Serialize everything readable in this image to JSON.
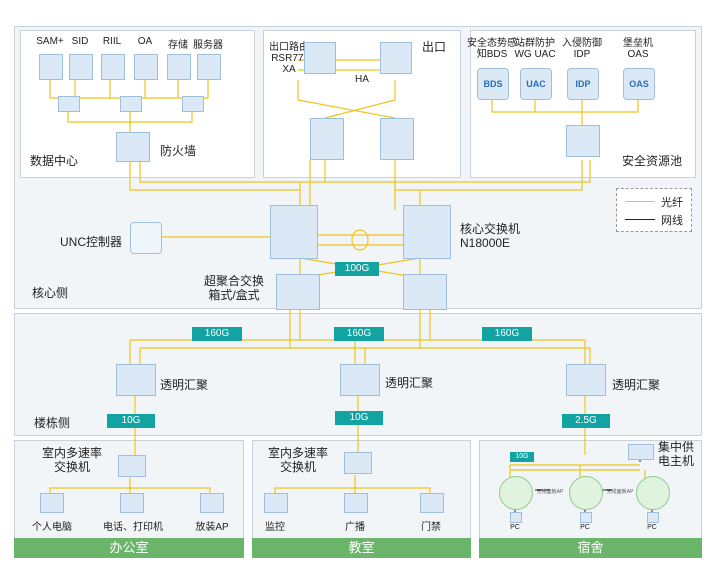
{
  "data_center": {
    "servers": [
      "SAM+",
      "SID",
      "RIIL",
      "OA",
      "存储",
      "服务器"
    ],
    "title": "数据中心",
    "firewall": "防火墙"
  },
  "egress": {
    "title": "出口",
    "router": "出口路由\nRSR77-\nXA",
    "router_lines": [
      "出口路由",
      "RSR77-",
      "XA"
    ],
    "ha": "HA"
  },
  "security": {
    "items": [
      {
        "lines": [
          "安全态势感",
          "知BDS"
        ],
        "icon": "BDS"
      },
      {
        "lines": [
          "站群防护",
          "WG UAC"
        ],
        "icon": "UAC"
      },
      {
        "lines": [
          "入侵防御",
          "IDP"
        ],
        "icon": "IDP"
      },
      {
        "lines": [
          "堡垒机",
          "OAS"
        ],
        "icon": "OAS"
      }
    ],
    "title": "安全资源池"
  },
  "legend": {
    "fiber": "光纤",
    "cable": "网线",
    "fiber_color": "#f0c419",
    "cable_color": "#222222"
  },
  "core": {
    "unc": "UNC控制器",
    "core_switch": [
      "核心交换机",
      "N18000E"
    ],
    "link": "100G",
    "aggregation": [
      "超聚合交换",
      "箱式/盒式"
    ],
    "title": "核心侧"
  },
  "building": {
    "uplinks": [
      "160G",
      "160G",
      "160G"
    ],
    "aggs": [
      "透明汇聚",
      "透明汇聚",
      "透明汇聚"
    ],
    "downlinks": [
      "10G",
      "10G",
      "2.5G"
    ],
    "title": "楼栋侧"
  },
  "office": {
    "switch": [
      "室内多速率",
      "交换机"
    ],
    "devices": [
      "个人电脑",
      "电话、打印机",
      "放装AP"
    ],
    "zone": "办公室"
  },
  "classroom": {
    "switch": [
      "室内多速率",
      "交换机"
    ],
    "devices": [
      "监控",
      "广播",
      "门禁"
    ],
    "zone": "教室"
  },
  "dorm": {
    "power": [
      "集中供",
      "电主机"
    ],
    "small_link": "10G",
    "ap_label": "无线面板AP",
    "pc": "PC",
    "zone": "宿舍"
  }
}
